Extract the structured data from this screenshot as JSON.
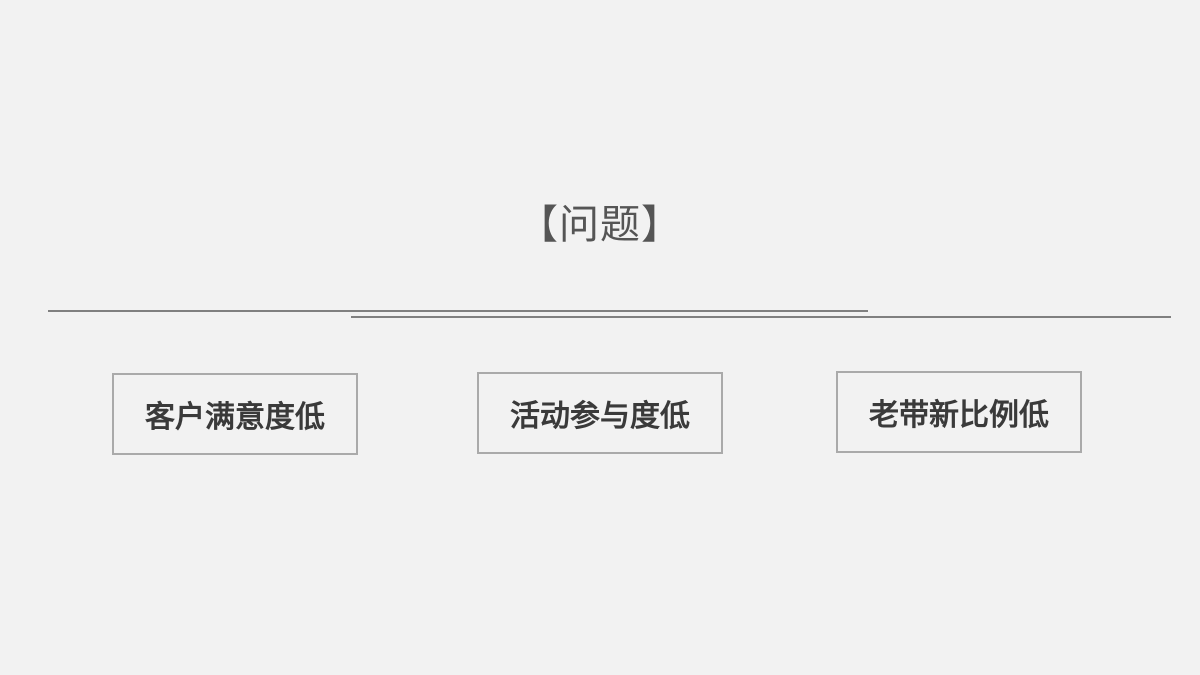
{
  "slide": {
    "title": "【问题】",
    "items": [
      {
        "label": "客户满意度低"
      },
      {
        "label": "活动参与度低"
      },
      {
        "label": "老带新比例低"
      }
    ]
  },
  "colors": {
    "background": "#f2f2f2",
    "title_text": "#555555",
    "divider": "#808080",
    "box_border": "#aaaaaa",
    "box_text": "#3a3a3a"
  }
}
